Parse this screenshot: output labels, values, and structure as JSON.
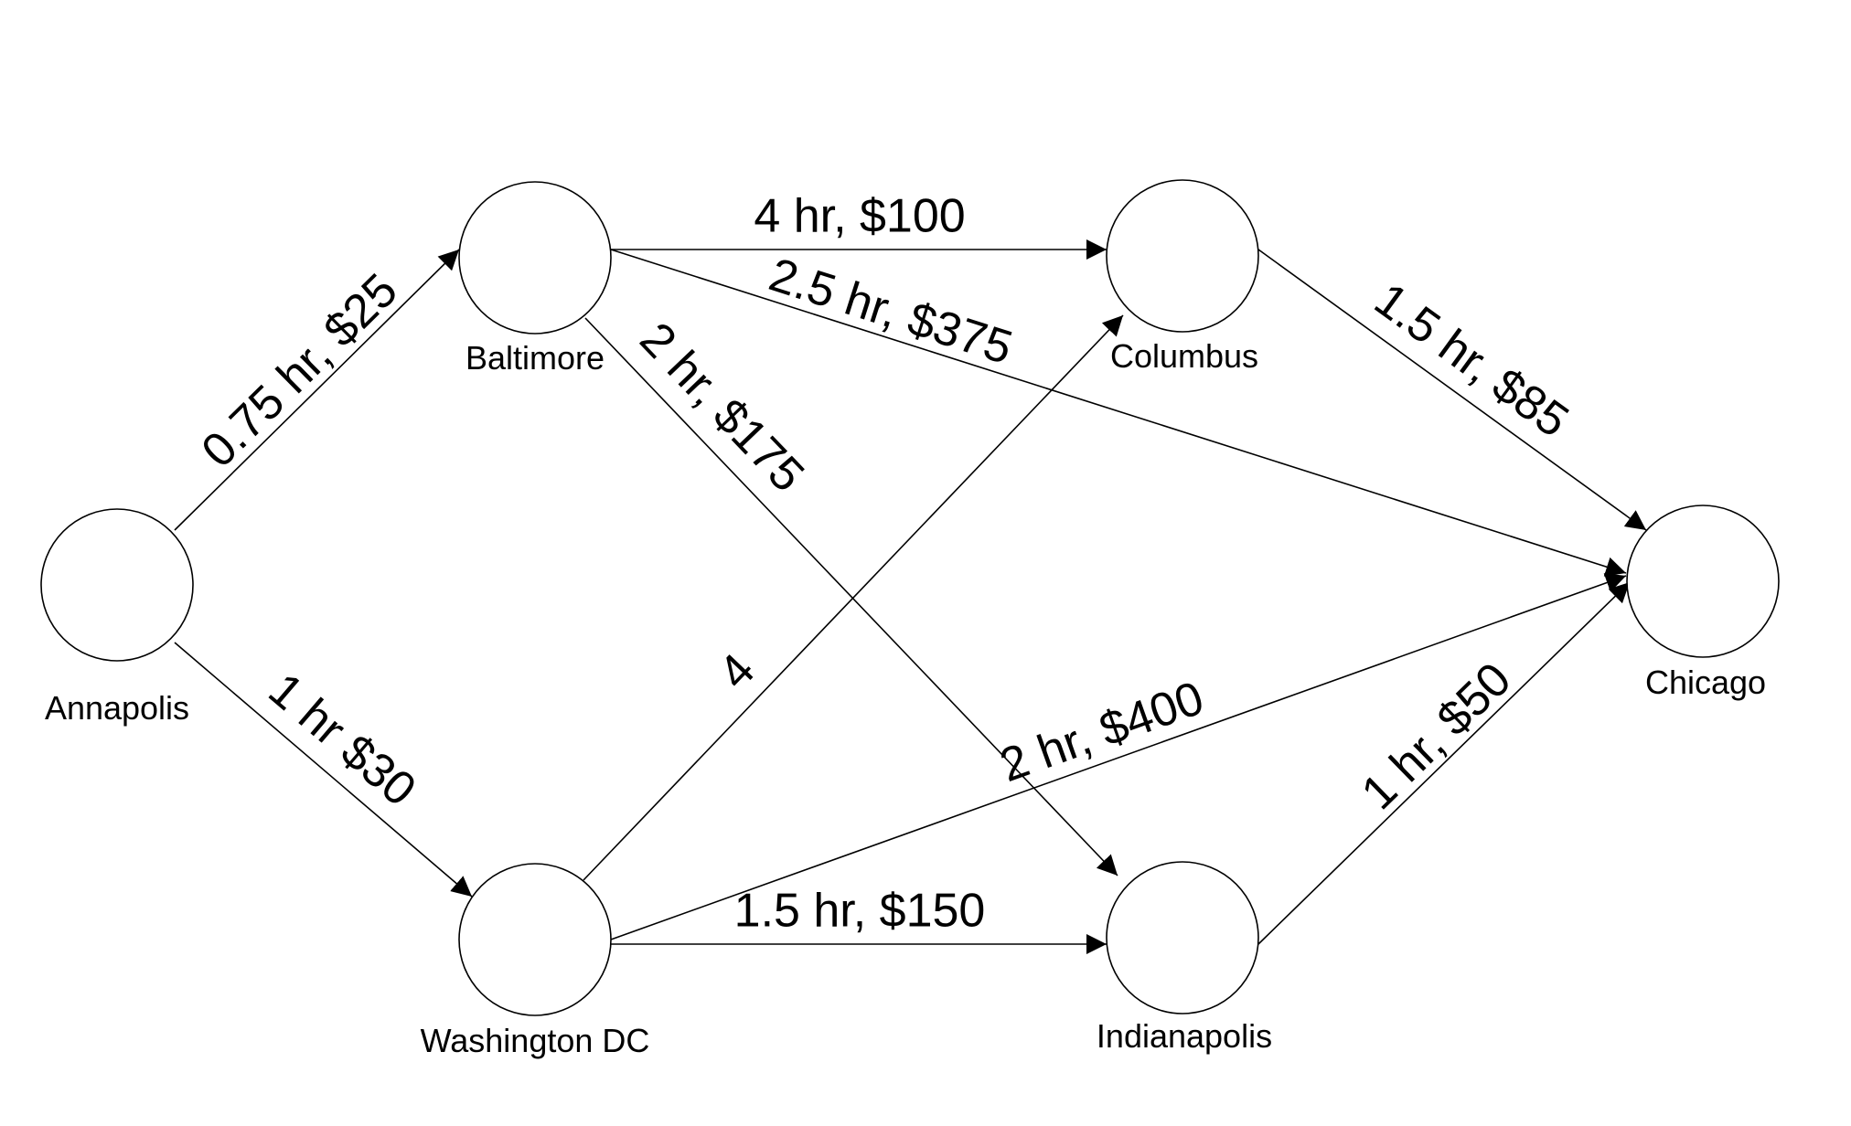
{
  "diagram": {
    "nodes": [
      {
        "id": "annapolis",
        "label": "Annapolis"
      },
      {
        "id": "baltimore",
        "label": "Baltimore"
      },
      {
        "id": "washington",
        "label": "Washington DC"
      },
      {
        "id": "columbus",
        "label": "Columbus"
      },
      {
        "id": "indianapolis",
        "label": "Indianapolis"
      },
      {
        "id": "chicago",
        "label": "Chicago"
      }
    ],
    "edges": [
      {
        "id": "annapolis-baltimore",
        "from": "annapolis",
        "to": "baltimore",
        "label": "0.75 hr, $25"
      },
      {
        "id": "annapolis-washington",
        "from": "annapolis",
        "to": "washington",
        "label": "1 hr $30"
      },
      {
        "id": "baltimore-columbus",
        "from": "baltimore",
        "to": "columbus",
        "label": "4 hr, $100"
      },
      {
        "id": "baltimore-chicago",
        "from": "baltimore",
        "to": "chicago",
        "label": "2.5 hr, $375"
      },
      {
        "id": "baltimore-indianapolis",
        "from": "baltimore",
        "to": "indianapolis",
        "label": "2 hr, $175"
      },
      {
        "id": "washington-columbus",
        "from": "washington",
        "to": "columbus",
        "label": "4"
      },
      {
        "id": "washington-chicago",
        "from": "washington",
        "to": "chicago",
        "label": "2 hr, $400"
      },
      {
        "id": "washington-indianapolis",
        "from": "washington",
        "to": "indianapolis",
        "label": "1.5 hr, $150"
      },
      {
        "id": "columbus-chicago",
        "from": "columbus",
        "to": "chicago",
        "label": "1.5 hr, $85"
      },
      {
        "id": "indianapolis-chicago",
        "from": "indianapolis",
        "to": "chicago",
        "label": "1 hr, $50"
      }
    ]
  }
}
